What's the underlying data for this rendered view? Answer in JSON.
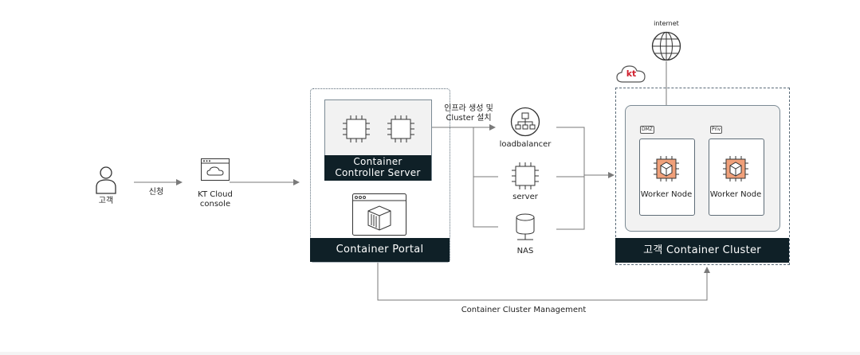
{
  "customer": {
    "label": "고객"
  },
  "request": {
    "label": "신청"
  },
  "console": {
    "line1": "KT Cloud",
    "line2": "console"
  },
  "controller": {
    "line1": "Container",
    "line2": "Controller Server"
  },
  "portal": {
    "label": "Container Portal"
  },
  "provision": {
    "line1": "인프라 생성 및",
    "line2": "Cluster 설치"
  },
  "services": {
    "loadbalancer": "loadbalancer",
    "server": "server",
    "nas": "NAS"
  },
  "internet": {
    "label": "internet"
  },
  "kt_logo": "kt",
  "cluster": {
    "label": "고객 Container Cluster",
    "zone1_tag": "DMZ",
    "zone2_tag": "Priv",
    "worker1": "Worker Node",
    "worker2": "Worker Node"
  },
  "management": {
    "label": "Container Cluster Management"
  },
  "colors": {
    "dark_bar": "#0f2027",
    "worker_icon": "#f0a07a",
    "line": "#7a7a7a"
  }
}
